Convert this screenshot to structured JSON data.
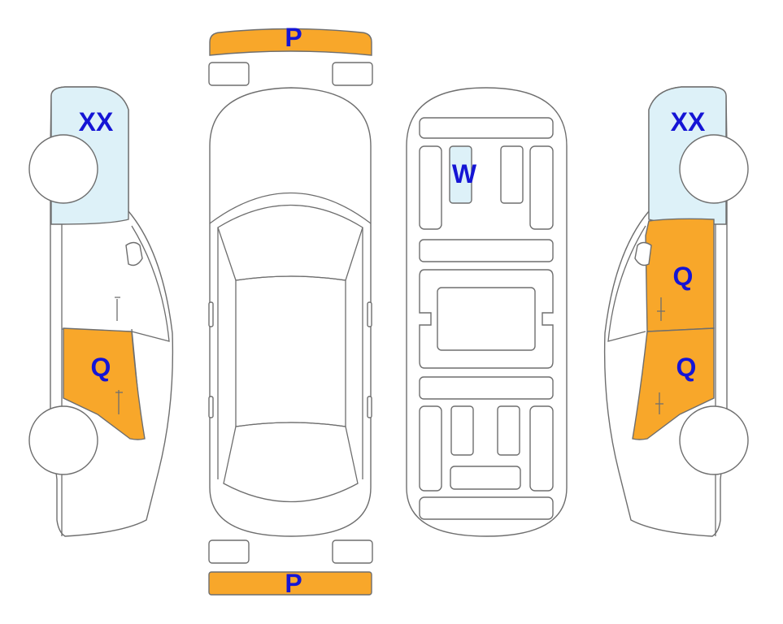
{
  "colors": {
    "damage_orange": "#F8A72A",
    "glass_blue": "#DDF1F8",
    "label_blue": "#1515D5",
    "outline": "#6E6E6E"
  },
  "labels": {
    "front_bumper": "P",
    "rear_bumper": "P",
    "left_windshield": "XX",
    "left_rear_door": "Q",
    "right_windshield": "XX",
    "right_front_door": "Q",
    "right_rear_door": "Q",
    "underbody_panel": "W"
  }
}
